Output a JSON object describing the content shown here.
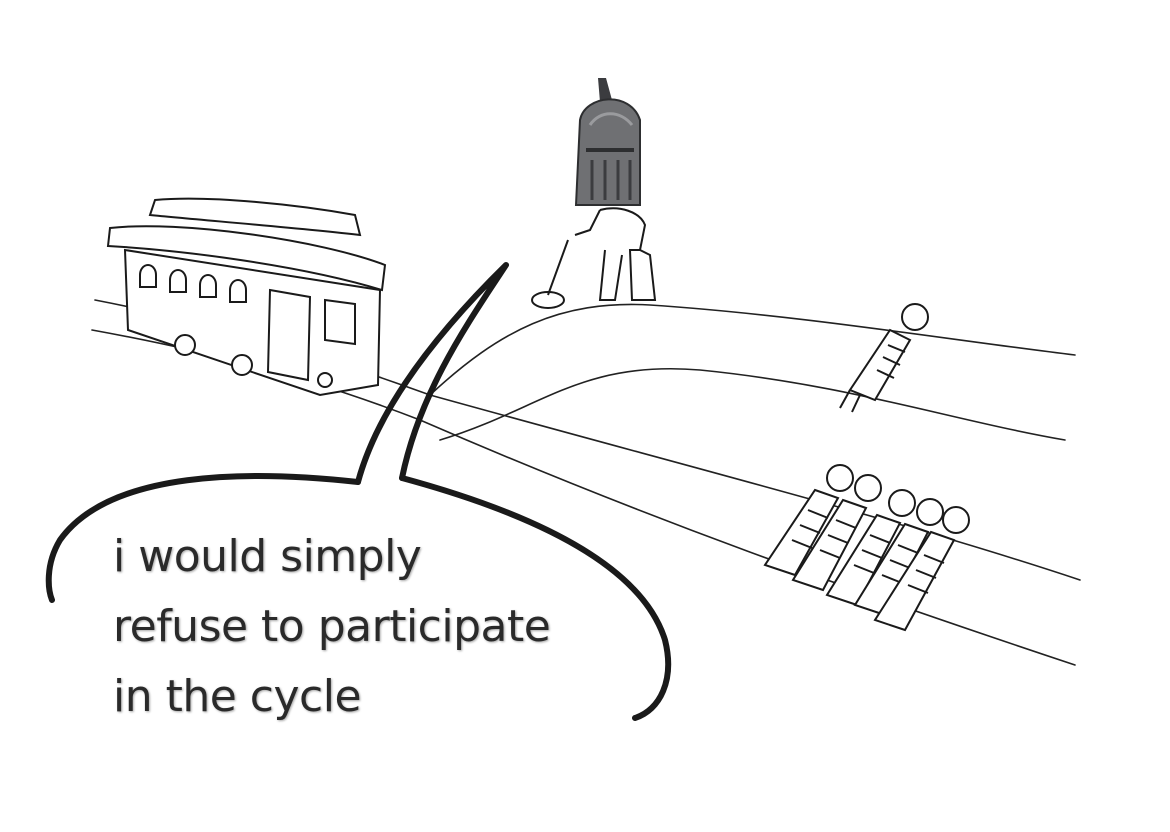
{
  "caption": {
    "lines": [
      "i would simply",
      "refuse to participate",
      "in the cycle"
    ]
  },
  "colors": {
    "ink": "#1a1a1a",
    "text": "#2a2a2a",
    "helmet": "#6f7073",
    "background": "#ffffff"
  },
  "icons": [
    "trolley-icon",
    "knight-helmet-icon",
    "lever-icon",
    "person-icon"
  ]
}
